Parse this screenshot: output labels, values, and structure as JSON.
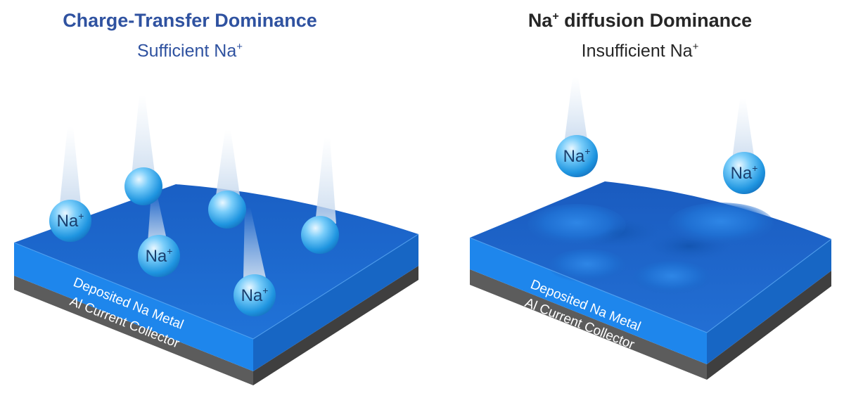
{
  "colors": {
    "left_heading": "#2f52a0",
    "right_heading": "#262626",
    "na_metal_top": "#1f6fd0",
    "na_metal_front": "#1e88ee",
    "al_front": "#5b5b5b",
    "ion_text": "#1a3f6e"
  },
  "left": {
    "title": "Charge-Transfer Dominance",
    "subtitle": "Sufficient Na",
    "subtitle_sup": "+",
    "layer_top_label": "Deposited Na Metal",
    "layer_bottom_label": "Al Current Collector",
    "ion_label": "Na",
    "ion_sup": "+",
    "ions_labeled": 3,
    "ions_unlabeled": 3
  },
  "right": {
    "title": "Na",
    "title_sup": "+",
    "title_rest": " diffusion Dominance",
    "subtitle": "Insufficient Na",
    "subtitle_sup": "+",
    "layer_top_label": "Deposited Na Metal",
    "layer_bottom_label": "Al Current Collector",
    "ion_label": "Na",
    "ion_sup": "+",
    "ions_labeled": 2,
    "surface_bumps": 4
  }
}
